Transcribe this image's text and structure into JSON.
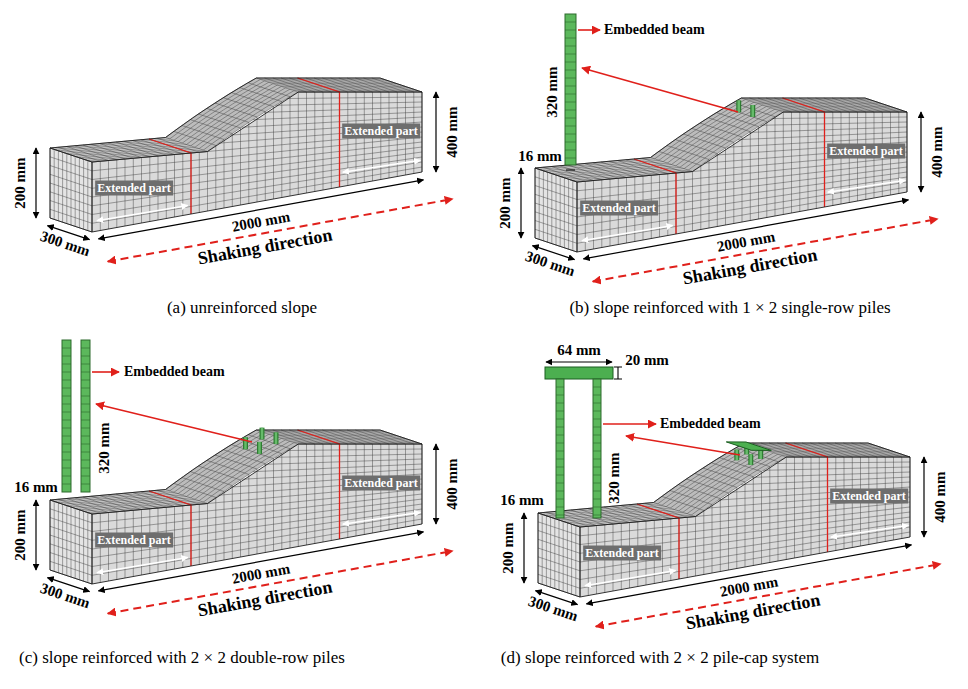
{
  "diagram": {
    "labels": [
      "200 mm",
      "Extended part",
      "Extended part",
      "400 mm",
      "2000 mm",
      "300 mm",
      "Shaking direction",
      "(a) unreinforced slope",
      "320 mm",
      "Embedded beam",
      "16 mm",
      "400 mm",
      "200 mm",
      "Extended part",
      "Extended part",
      "2000 mm",
      "300 mm",
      "Shaking direction",
      "(b) slope reinforced with 1 × 2 single-row piles",
      "Embedded beam",
      "16 mm",
      "320 mm",
      "200 mm",
      "Extended part",
      "Extended part",
      "400 mm",
      "2000 mm",
      "300 mm",
      "Shaking direction",
      "(c) slope reinforced with 2 × 2 double-row piles",
      "64 mm",
      "20 mm",
      "Embedded beam",
      "16 mm",
      "320 mm",
      "200 mm",
      "Extended part",
      "Extended part",
      "400 mm",
      "2000 mm",
      "300 mm",
      "Shaking direction",
      "(d) slope reinforced with 2 × 2 pile-cap system"
    ]
  }
}
